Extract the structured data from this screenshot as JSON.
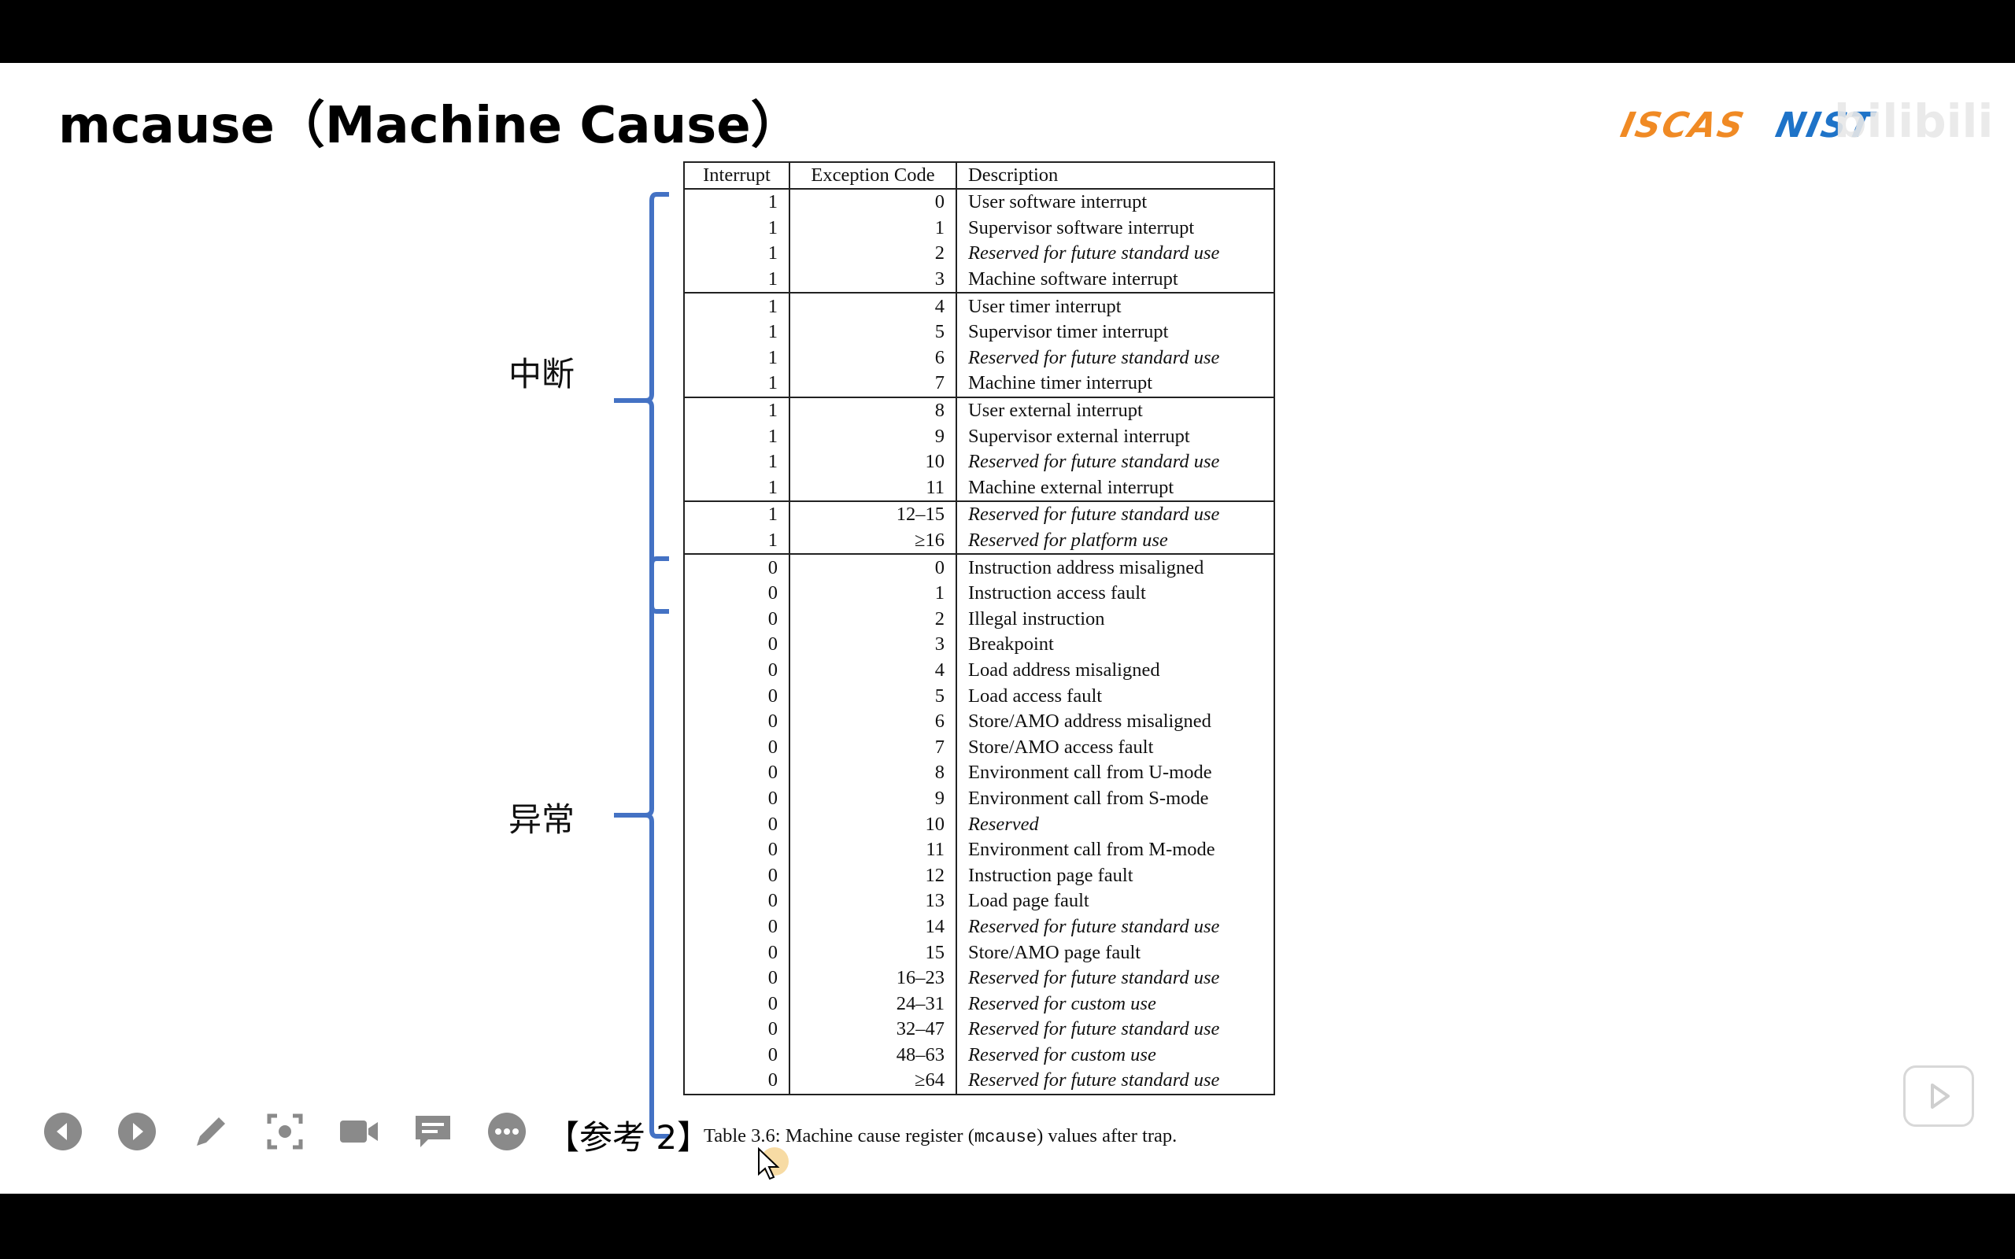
{
  "slide": {
    "title": "mcause（Machine Cause）",
    "logo_left": "ISCAS",
    "logo_right": "NIST",
    "watermark": "bilibili"
  },
  "groups": {
    "interrupt_label": "中断",
    "exception_label": "异常",
    "brace_color": "#4472c4"
  },
  "table": {
    "headers": [
      "Interrupt",
      "Exception Code",
      "Description"
    ],
    "rows": [
      {
        "interrupt": "1",
        "code": "0",
        "desc": "User software interrupt",
        "italic": false,
        "top": false
      },
      {
        "interrupt": "1",
        "code": "1",
        "desc": "Supervisor software interrupt",
        "italic": false,
        "top": false
      },
      {
        "interrupt": "1",
        "code": "2",
        "desc": "Reserved for future standard use",
        "italic": true,
        "top": false
      },
      {
        "interrupt": "1",
        "code": "3",
        "desc": "Machine software interrupt",
        "italic": false,
        "top": false
      },
      {
        "interrupt": "1",
        "code": "4",
        "desc": "User timer interrupt",
        "italic": false,
        "top": true
      },
      {
        "interrupt": "1",
        "code": "5",
        "desc": "Supervisor timer interrupt",
        "italic": false,
        "top": false
      },
      {
        "interrupt": "1",
        "code": "6",
        "desc": "Reserved for future standard use",
        "italic": true,
        "top": false
      },
      {
        "interrupt": "1",
        "code": "7",
        "desc": "Machine timer interrupt",
        "italic": false,
        "top": false
      },
      {
        "interrupt": "1",
        "code": "8",
        "desc": "User external interrupt",
        "italic": false,
        "top": true
      },
      {
        "interrupt": "1",
        "code": "9",
        "desc": "Supervisor external interrupt",
        "italic": false,
        "top": false
      },
      {
        "interrupt": "1",
        "code": "10",
        "desc": "Reserved for future standard use",
        "italic": true,
        "top": false
      },
      {
        "interrupt": "1",
        "code": "11",
        "desc": "Machine external interrupt",
        "italic": false,
        "top": false
      },
      {
        "interrupt": "1",
        "code": "12–15",
        "desc": "Reserved for future standard use",
        "italic": true,
        "top": true
      },
      {
        "interrupt": "1",
        "code": "≥16",
        "desc": "Reserved for platform use",
        "italic": true,
        "top": false
      },
      {
        "interrupt": "0",
        "code": "0",
        "desc": "Instruction address misaligned",
        "italic": false,
        "top": true
      },
      {
        "interrupt": "0",
        "code": "1",
        "desc": "Instruction access fault",
        "italic": false,
        "top": false
      },
      {
        "interrupt": "0",
        "code": "2",
        "desc": "Illegal instruction",
        "italic": false,
        "top": false
      },
      {
        "interrupt": "0",
        "code": "3",
        "desc": "Breakpoint",
        "italic": false,
        "top": false
      },
      {
        "interrupt": "0",
        "code": "4",
        "desc": "Load address misaligned",
        "italic": false,
        "top": false
      },
      {
        "interrupt": "0",
        "code": "5",
        "desc": "Load access fault",
        "italic": false,
        "top": false
      },
      {
        "interrupt": "0",
        "code": "6",
        "desc": "Store/AMO address misaligned",
        "italic": false,
        "top": false
      },
      {
        "interrupt": "0",
        "code": "7",
        "desc": "Store/AMO access fault",
        "italic": false,
        "top": false
      },
      {
        "interrupt": "0",
        "code": "8",
        "desc": "Environment call from U-mode",
        "italic": false,
        "top": false
      },
      {
        "interrupt": "0",
        "code": "9",
        "desc": "Environment call from S-mode",
        "italic": false,
        "top": false
      },
      {
        "interrupt": "0",
        "code": "10",
        "desc": "Reserved",
        "italic": true,
        "top": false
      },
      {
        "interrupt": "0",
        "code": "11",
        "desc": "Environment call from M-mode",
        "italic": false,
        "top": false
      },
      {
        "interrupt": "0",
        "code": "12",
        "desc": "Instruction page fault",
        "italic": false,
        "top": false
      },
      {
        "interrupt": "0",
        "code": "13",
        "desc": "Load page fault",
        "italic": false,
        "top": false
      },
      {
        "interrupt": "0",
        "code": "14",
        "desc": "Reserved for future standard use",
        "italic": true,
        "top": false
      },
      {
        "interrupt": "0",
        "code": "15",
        "desc": "Store/AMO page fault",
        "italic": false,
        "top": false
      },
      {
        "interrupt": "0",
        "code": "16–23",
        "desc": "Reserved for future standard use",
        "italic": true,
        "top": false
      },
      {
        "interrupt": "0",
        "code": "24–31",
        "desc": "Reserved for custom use",
        "italic": true,
        "top": false
      },
      {
        "interrupt": "0",
        "code": "32–47",
        "desc": "Reserved for future standard use",
        "italic": true,
        "top": false
      },
      {
        "interrupt": "0",
        "code": "48–63",
        "desc": "Reserved for custom use",
        "italic": true,
        "top": false
      },
      {
        "interrupt": "0",
        "code": "≥64",
        "desc": "Reserved for future standard use",
        "italic": true,
        "top": false
      }
    ]
  },
  "footer": {
    "reference": "【参考 2】",
    "caption_prefix": "Table 3.6: Machine cause register (",
    "caption_code": "mcause",
    "caption_suffix": ") values after trap."
  },
  "toolbar": {
    "icons": [
      "previous-slide-icon",
      "next-slide-icon",
      "pen-icon",
      "screenshot-icon",
      "camera-icon",
      "comment-icon",
      "more-icon"
    ],
    "icon_color": "#888888"
  }
}
